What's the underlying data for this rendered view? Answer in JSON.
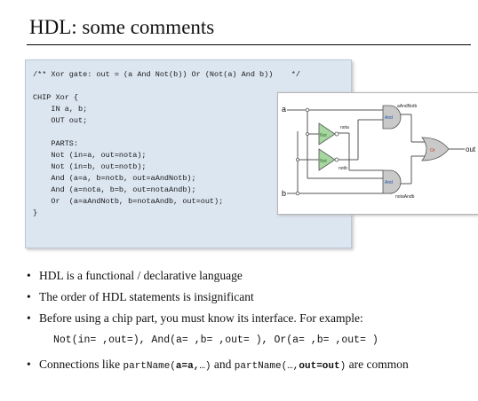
{
  "slide": {
    "title": "HDL: some comments"
  },
  "code": {
    "lines": [
      "/** Xor gate: out = (a And Not(b)) Or (Not(a) And b))    */",
      "",
      "CHIP Xor {",
      "    IN a, b;",
      "    OUT out;",
      "",
      "    PARTS:",
      "    Not (in=a, out=nota);",
      "    Not (in=b, out=notb);",
      "    And (a=a, b=notb, out=aAndNotb);",
      "    And (a=nota, b=b, out=notaAndb);",
      "    Or  (a=aAndNotb, b=notaAndb, out=out);",
      "}"
    ]
  },
  "diagram": {
    "input_a": "a",
    "input_b": "b",
    "output": "out",
    "gate_not": "Not",
    "gate_and": "And",
    "gate_or": "Or",
    "wire_nota": "nota",
    "wire_notb": "notb",
    "wire_aAndNotb": "aAndNotb",
    "wire_notaAndb": "notaAndb"
  },
  "bullets": {
    "b1": "HDL is a functional / declarative language",
    "b2": "The order of HDL statements is insignificant",
    "b3": "Before using a chip part, you must know its interface. For example:",
    "example": "Not(in= ,out=),  And(a= ,b= ,out= ),  Or(a= ,b= ,out= )",
    "b4_pre": "Connections like ",
    "b4_code1a": "partName(",
    "b4_code1b": "a=a,",
    "b4_code1c": "…)",
    "b4_mid": " and ",
    "b4_code2a": "partName(…,",
    "b4_code2b": "out=out",
    "b4_code2c": ")",
    "b4_post": " are common",
    "bullet_char": "•"
  }
}
